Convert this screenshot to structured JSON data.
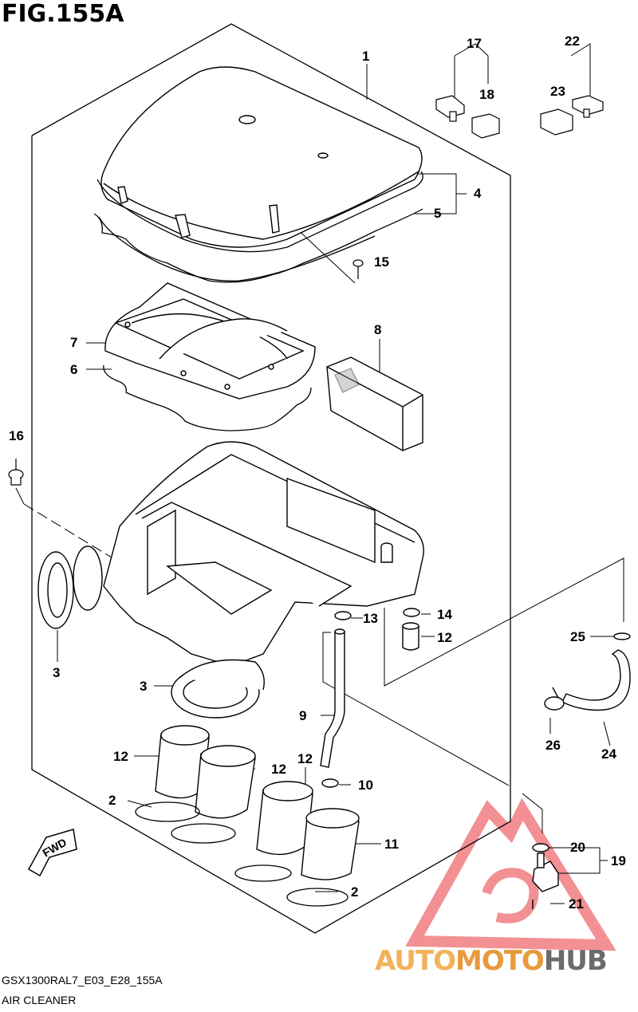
{
  "figure": {
    "title": "FIG.155A",
    "reference_code": "GSX1300RAL7_E03_E28_155A",
    "caption": "AIR CLEANER"
  },
  "callouts": [
    "1",
    "2",
    "2",
    "3",
    "3",
    "4",
    "5",
    "6",
    "7",
    "8",
    "9",
    "10",
    "11",
    "12",
    "12",
    "12",
    "12",
    "13",
    "14",
    "15",
    "16",
    "17",
    "18",
    "19",
    "20",
    "21",
    "22",
    "23",
    "24",
    "25",
    "26"
  ],
  "badge": {
    "text": "FWD"
  },
  "watermark": {
    "part1": "AUTO",
    "part2": "MOTO",
    "part3": "HUB",
    "colors": {
      "auto": "#f2b25a",
      "moto": "#e99a3c",
      "hub": "#6b6b6b",
      "logo": "#e8363d"
    }
  }
}
